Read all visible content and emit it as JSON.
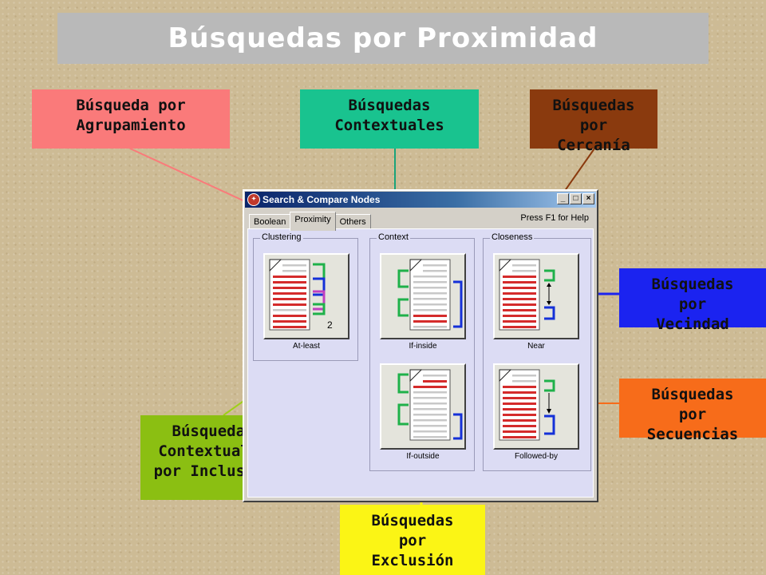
{
  "title": "Búsquedas por Proximidad",
  "callouts": {
    "agrupamiento": {
      "lines": [
        "Búsqueda por",
        "Agrupamiento"
      ],
      "bg": "#fa7a7a"
    },
    "contextuales": {
      "lines": [
        "Búsquedas",
        "Contextuales"
      ],
      "bg": "#19c38f"
    },
    "cercania": {
      "lines": [
        "Búsquedas",
        "por",
        "Cercanía"
      ],
      "bg": "#8a3a0e"
    },
    "vecindad": {
      "lines": [
        "Búsquedas",
        "por",
        "Vecindad"
      ],
      "bg": "#1b23f0"
    },
    "secuencias": {
      "lines": [
        "Búsquedas",
        "por",
        "Secuencias"
      ],
      "bg": "#f76c1a"
    },
    "inclusion": {
      "lines": [
        "Búsquedas",
        "Contextuales",
        "por Inclusión"
      ],
      "bg": "#8bbf12"
    },
    "exclusion": {
      "lines": [
        "Búsquedas",
        "por",
        "Exclusión"
      ],
      "bg": "#fbf515"
    }
  },
  "window": {
    "title": "Search & Compare Nodes",
    "app_icon": "app-logo-icon",
    "controls": [
      "_",
      "□",
      "×"
    ],
    "tabs": [
      "Boolean",
      "Proximity",
      "Others"
    ],
    "active_tab": "Proximity",
    "help_text": "Press F1 for Help",
    "groups": {
      "clustering": {
        "label": "Clustering",
        "buttons": [
          {
            "label": "At-least",
            "badge": "2",
            "icon": "clustering-document-icon"
          }
        ]
      },
      "context": {
        "label": "Context",
        "buttons": [
          {
            "label": "If-inside",
            "icon": "if-inside-document-icon"
          },
          {
            "label": "If-outside",
            "icon": "if-outside-document-icon"
          }
        ]
      },
      "closeness": {
        "label": "Closeness",
        "buttons": [
          {
            "label": "Near",
            "icon": "near-document-icon"
          },
          {
            "label": "Followed-by",
            "icon": "followed-by-document-icon"
          }
        ]
      }
    }
  },
  "colors": {
    "red_line": "#d42b2b",
    "gray_line": "#c8c8c8",
    "green_bracket": "#1fb14a",
    "blue_bracket": "#1430d8",
    "magenta_bracket": "#c040c0"
  }
}
